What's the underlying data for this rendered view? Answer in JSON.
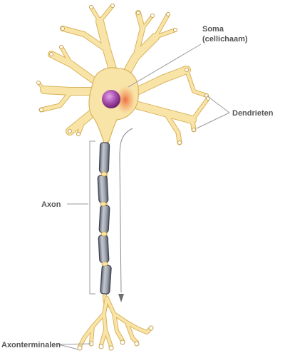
{
  "labels": {
    "soma_line1": "Soma",
    "soma_line2": "(cellichaam)",
    "dendrites": "Dendrieten",
    "axon": "Axon",
    "axon_terminals": "Axonterminalen"
  },
  "colors": {
    "cell_body": "#f9e4a8",
    "cell_outline": "#d9b45c",
    "nucleus": "#9b3f9e",
    "soma_glow": "#e8572e",
    "myelin": "#9ea3ad",
    "myelin_dark": "#4a4f5c",
    "leader_line": "#9a9a9a",
    "signal_arrow": "#6e6e6e",
    "label_text": "#555555"
  }
}
